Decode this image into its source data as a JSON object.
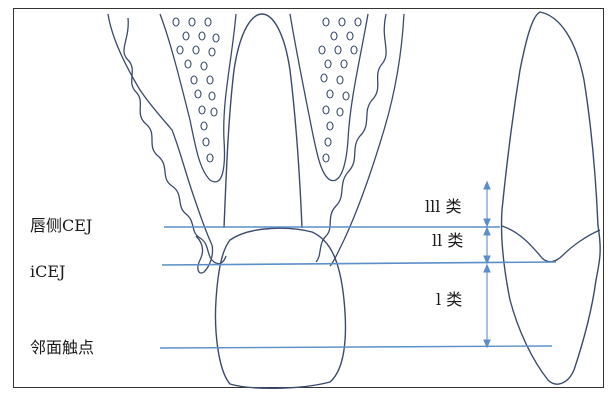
{
  "labels": {
    "labial_cej": "唇侧CEJ",
    "interproximal_cej": "iCEJ",
    "contact_point": "邻面触点",
    "class_iii": "lll 类",
    "class_ii": "ll 类",
    "class_i": "l 类"
  },
  "colors": {
    "outline": "#3a4a6e",
    "reference_line": "#5b8fc7",
    "frame": "#333333"
  }
}
